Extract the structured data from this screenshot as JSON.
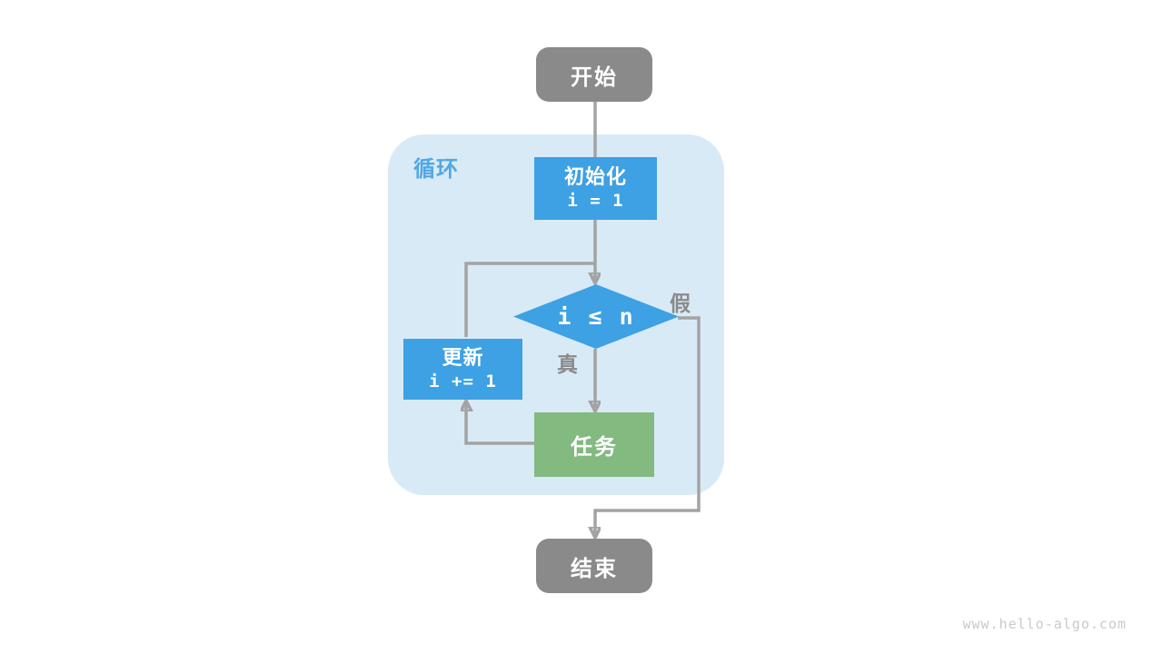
{
  "diagram": {
    "loop_label": "循环",
    "nodes": {
      "start": {
        "label": "开始"
      },
      "init": {
        "title": "初始化",
        "code": "i = 1"
      },
      "condition": {
        "label": "i ≤ n"
      },
      "update": {
        "title": "更新",
        "code": "i += 1"
      },
      "task": {
        "label": "任务"
      },
      "end": {
        "label": "结束"
      }
    },
    "edge_labels": {
      "true_branch": "真",
      "false_branch": "假"
    },
    "colors": {
      "process_blue": "#3da1e3",
      "task_green": "#82ba7f",
      "terminal_gray": "#8a8a8a",
      "loop_background": "#d9eaf7",
      "loop_label_blue": "#51a8e5",
      "connector_gray": "#a3a3a3",
      "edge_label_gray": "#8a8a8a",
      "watermark_gray": "#c9c9c9"
    }
  },
  "watermark": "www.hello-algo.com"
}
